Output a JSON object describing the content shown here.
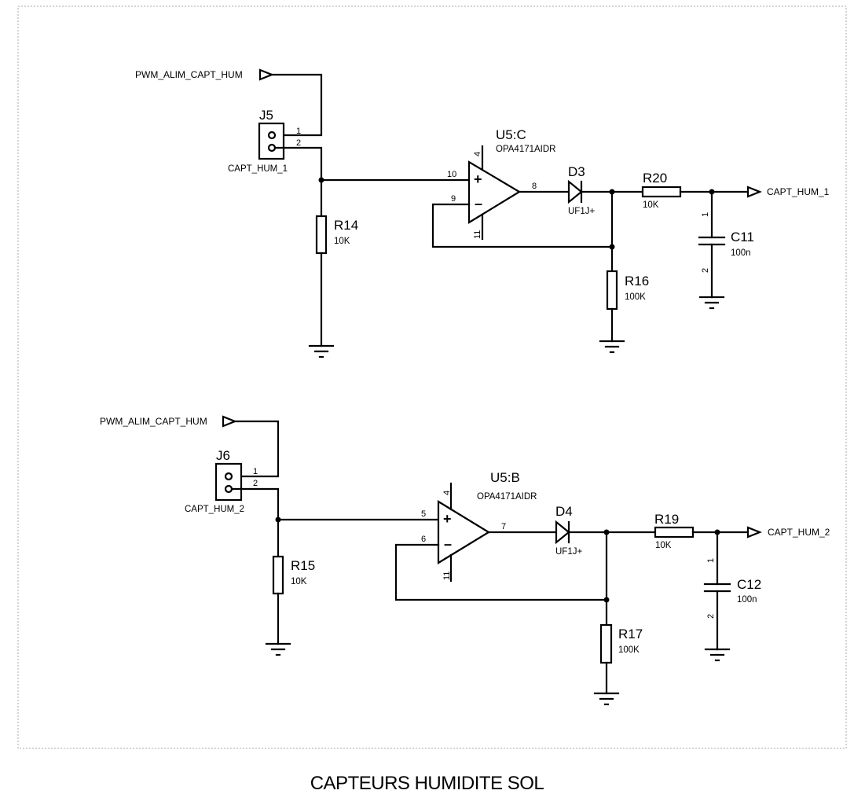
{
  "sheet_title": "CAPTEURS HUMIDITE SOL",
  "colors": {
    "wire": "#000000",
    "background": "#ffffff",
    "frame": "#aaaaaa"
  },
  "channels": [
    {
      "input_net": "PWM_ALIM_CAPT_HUM",
      "connector": {
        "ref": "J5",
        "value": "CAPT_HUM_1",
        "pins": [
          "1",
          "2"
        ]
      },
      "pulldown": {
        "ref": "R14",
        "value": "10K"
      },
      "opamp": {
        "ref": "U5:C",
        "part": "OPA4171AIDR",
        "pin_plus": "10",
        "pin_minus": "9",
        "pin_out": "8",
        "pin_vplus": "4",
        "pin_vminus": "11",
        "plus_sign": "+",
        "minus_sign": "–"
      },
      "diode": {
        "ref": "D3",
        "value": "UF1J+"
      },
      "load": {
        "ref": "R16",
        "value": "100K"
      },
      "series": {
        "ref": "R20",
        "value": "10K"
      },
      "cap": {
        "ref": "C11",
        "value": "100n",
        "pins": [
          "1",
          "2"
        ]
      },
      "output_net": "CAPT_HUM_1"
    },
    {
      "input_net": "PWM_ALIM_CAPT_HUM",
      "connector": {
        "ref": "J6",
        "value": "CAPT_HUM_2",
        "pins": [
          "1",
          "2"
        ]
      },
      "pulldown": {
        "ref": "R15",
        "value": "10K"
      },
      "opamp": {
        "ref": "U5:B",
        "part": "OPA4171AIDR",
        "pin_plus": "5",
        "pin_minus": "6",
        "pin_out": "7",
        "pin_vplus": "4",
        "pin_vminus": "11",
        "plus_sign": "+",
        "minus_sign": "–"
      },
      "diode": {
        "ref": "D4",
        "value": "UF1J+"
      },
      "load": {
        "ref": "R17",
        "value": "100K"
      },
      "series": {
        "ref": "R19",
        "value": "10K"
      },
      "cap": {
        "ref": "C12",
        "value": "100n",
        "pins": [
          "1",
          "2"
        ]
      },
      "output_net": "CAPT_HUM_2"
    }
  ]
}
